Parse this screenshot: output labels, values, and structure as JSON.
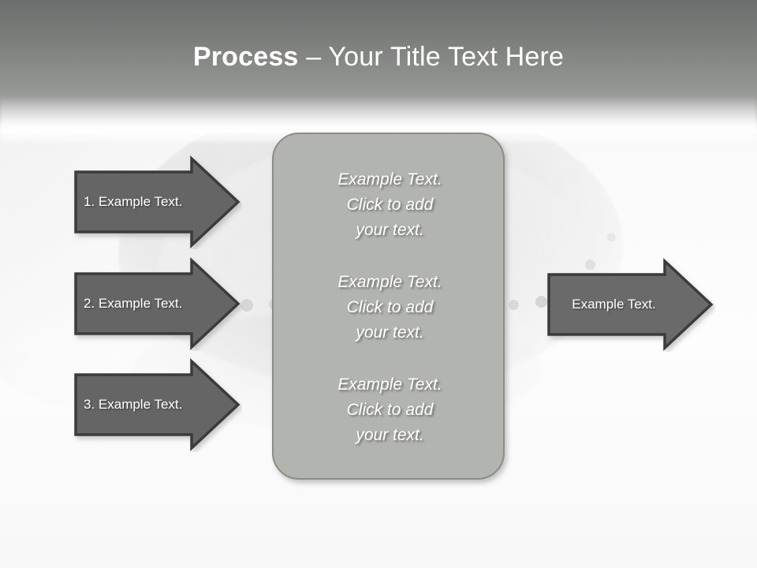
{
  "slide": {
    "title_bold": "Process",
    "title_rest": " – Your Title Text Here",
    "title_full": "Process – Your Title Text Here",
    "background_color": "#fbfbfb",
    "header_gradient_top": "#6c6e6d",
    "header_gradient_bottom": "#f9f9f9",
    "title_color": "#ffffff"
  },
  "input_arrows": [
    {
      "label": "1. Example Text."
    },
    {
      "label": "2. Example Text."
    },
    {
      "label": "3. Example Text."
    }
  ],
  "output_arrow": {
    "label": "Example Text."
  },
  "center_panel": {
    "fill_color": "#b2b4af",
    "border_color": "#8b8d88",
    "blocks": [
      {
        "text": "Example Text.\nClick  to add\nyour text."
      },
      {
        "text": "Example Text.\nClick  to add\nyour text."
      },
      {
        "text": "Example Text.\nClick  to add\nyour text."
      }
    ]
  },
  "style": {
    "arrow_fill": "#656565",
    "arrow_stroke": "#3a3a3a",
    "arrow_text_color": "#ffffff"
  }
}
